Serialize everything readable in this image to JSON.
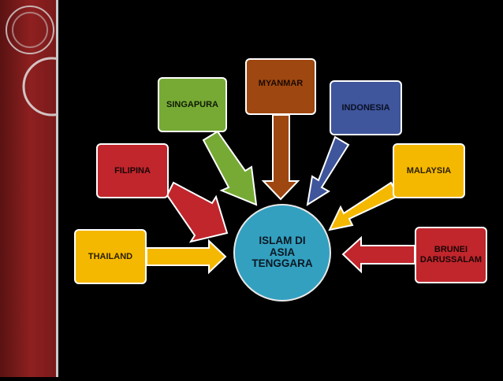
{
  "center": {
    "label": "ISLAM DI\nASIA\nTENGGARA",
    "color": "#33a0c0"
  },
  "nodes": [
    {
      "id": "thailand",
      "label": "THAILAND",
      "color": "#f5b800",
      "text_color": "#2a1f00"
    },
    {
      "id": "filipina",
      "label": "FILIPINA",
      "color": "#c0262c",
      "text_color": "#1a0506"
    },
    {
      "id": "singapura",
      "label": "SINGAPURA",
      "color": "#76aa35",
      "text_color": "#0f1a05"
    },
    {
      "id": "myanmar",
      "label": "MYANMAR",
      "color": "#9e4710",
      "text_color": "#1c0a02"
    },
    {
      "id": "indonesia",
      "label": "INDONESIA",
      "color": "#3f559c",
      "text_color": "#0a0f22"
    },
    {
      "id": "malaysia",
      "label": "MALAYSIA",
      "color": "#f5b800",
      "text_color": "#2a1f00"
    },
    {
      "id": "brunei",
      "label": "BRUNEI DARUSSALAM",
      "color": "#c0262c",
      "text_color": "#1a0506"
    }
  ],
  "panel_color": "#8e2020"
}
